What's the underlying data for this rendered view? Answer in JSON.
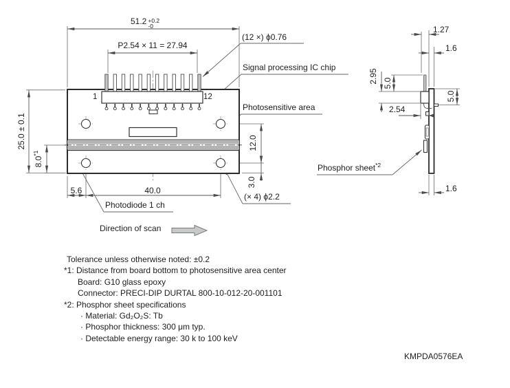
{
  "doc_number": "KMPDA0576EA",
  "colors": {
    "outline": "#2b2b2b",
    "medium_line": "#3a3a3a",
    "dim_line": "#606060",
    "text": "#1d1d1d",
    "pin_gray": "#c6c6c6",
    "band_gray": "#b4b4b4",
    "scan_arrow_fill": "#c7cbc7"
  },
  "front_view": {
    "overall_width": "51.2",
    "overall_width_tol_plus": "+0.2",
    "overall_width_tol_minus": "-0",
    "pin_pitch": "P2.54 × 11 = 27.94",
    "overall_height": "25.0 ± 0.1",
    "ps_center_height": "8.0",
    "ps_center_sup": "*1",
    "pin_first": "1",
    "pin_last": "12",
    "pins_label": "(12 ×) ϕ0.76",
    "ic_label": "Signal processing IC chip",
    "ps_label": "Photosensitive area",
    "photodiode_label": "Photodiode 1 ch",
    "holes_label": "(× 4) ϕ2.2",
    "hole_offset_x": "5.6",
    "hole_span_x": "40.0",
    "hole_span_y": "12.0",
    "hole_offset_y": "3.0",
    "scan_label": "Direction of scan"
  },
  "side_view": {
    "pin_to_board": "1.27",
    "board_thickness_top": "1.6",
    "pin_height": "5.0",
    "connector_height": "2.95",
    "connector_depth": "2.54",
    "tab_offset": "5.0",
    "board_thickness_bottom": "1.6",
    "phosphor_label": "Phosphor sheet",
    "phosphor_sup": "*2"
  },
  "notes": {
    "lines": [
      {
        "text": "Tolerance unless otherwise noted: ±0.2"
      },
      {
        "text": "*1: Distance from board bottom to photosensitive area center"
      },
      {
        "text": "Board: G10 glass epoxy"
      },
      {
        "text": "Connector: PRECI-DIP DURTAL 800-10-012-20-001101"
      },
      {
        "text": "*2: Phosphor sheet specifications"
      },
      {
        "text": "· Material: Gd₂O₂S: Tb"
      },
      {
        "text": "· Phosphor thickness: 300 μm typ."
      },
      {
        "text": "· Detectable energy range: 30 k to 100 keV"
      }
    ]
  }
}
